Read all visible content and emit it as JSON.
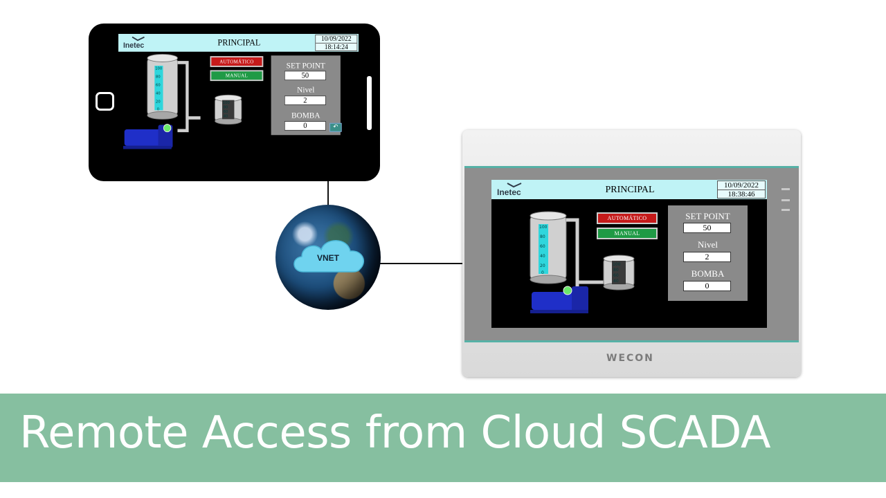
{
  "hmi_phone": {
    "logo": "Inetec",
    "title": "PRINCIPAL",
    "date": "10/09/2022",
    "time": "18:14:24",
    "auto_label": "AUTOMÁTICO",
    "manual_label": "MANUAL",
    "setpoint_label": "SET POINT",
    "setpoint_value": "50",
    "nivel_label": "Nivel",
    "nivel_value": "2",
    "bomba_label": "BOMBA",
    "bomba_value": "0",
    "tank_scale": [
      "100",
      "80",
      "60",
      "40",
      "20",
      "0"
    ],
    "small_tank_scale": [
      "100",
      "80",
      "60",
      "40",
      "20"
    ]
  },
  "hmi_panel": {
    "logo": "Inetec",
    "title": "PRINCIPAL",
    "date": "10/09/2022",
    "time": "18:38:46",
    "auto_label": "AUTOMÁTICO",
    "manual_label": "MANUAL",
    "setpoint_label": "SET POINT",
    "setpoint_value": "50",
    "nivel_label": "Nivel",
    "nivel_value": "2",
    "bomba_label": "BOMBA",
    "bomba_value": "0",
    "tank_scale": [
      "100",
      "80",
      "60",
      "40",
      "20",
      "0"
    ],
    "small_tank_scale": [
      "100",
      "80",
      "60",
      "40",
      "20"
    ]
  },
  "panel_brand": "WECON",
  "cloud_label": "VNET",
  "banner_title": "Remote Access from Cloud SCADA",
  "colors": {
    "hmi_header": "#bff3f6",
    "auto_button": "#c61a1a",
    "manual_button": "#1f9a45",
    "tank_liquid": "#2fd6dc",
    "pump": "#1f2fc8",
    "banner": "#86bfa0",
    "panel_accent": "#56b1a6"
  }
}
